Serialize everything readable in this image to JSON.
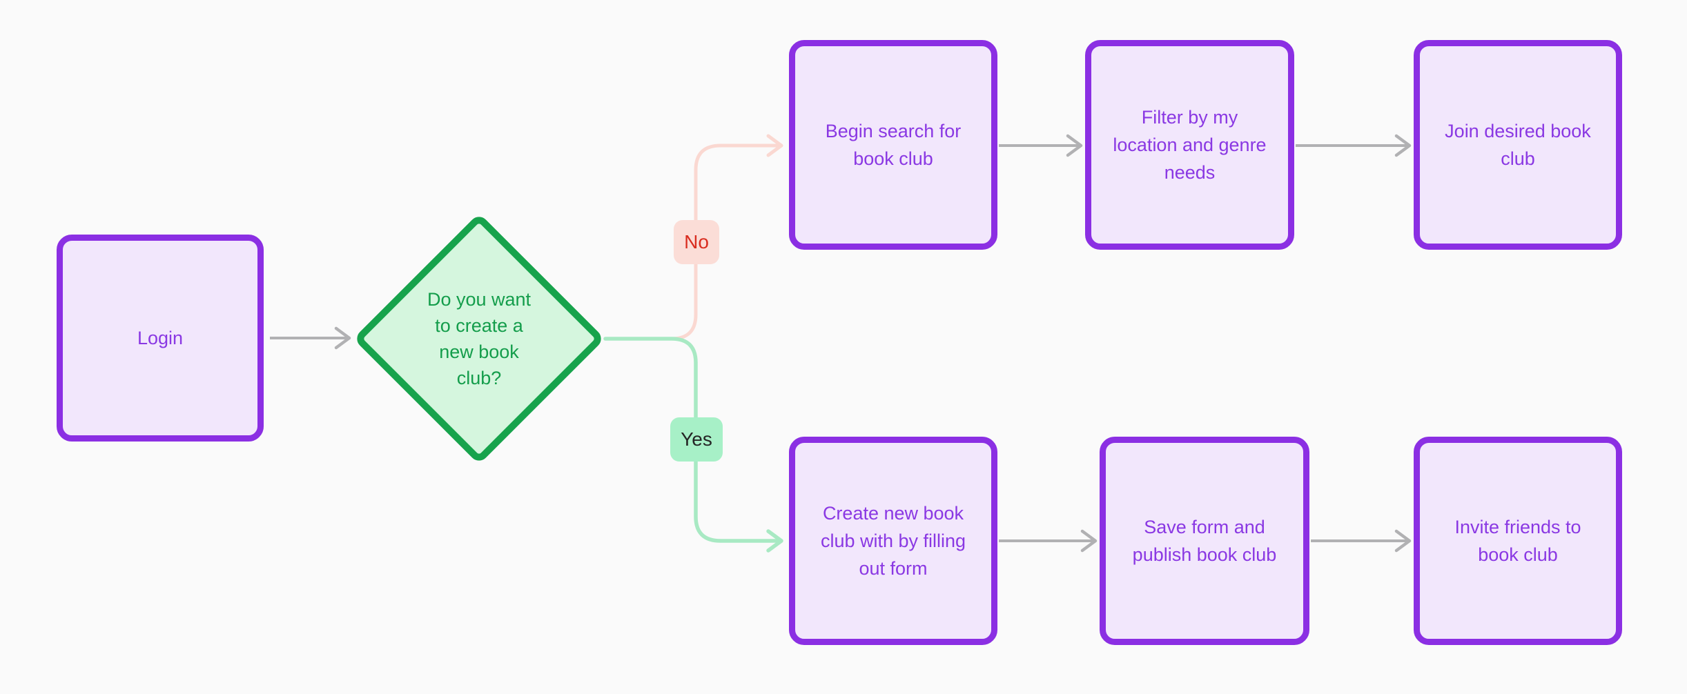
{
  "diagram": {
    "background": "#FAFAFA",
    "nodes": {
      "login": {
        "label": "Login"
      },
      "decision": {
        "label": "Do you want to create a new book club?"
      },
      "begin_search": {
        "label": "Begin search for book club"
      },
      "filter": {
        "label": "Filter by my location and genre needs"
      },
      "join": {
        "label": "Join desired book club"
      },
      "create": {
        "label": "Create new book club with by filling out form"
      },
      "save": {
        "label": "Save form and publish book club"
      },
      "invite": {
        "label": "Invite friends to book club"
      }
    },
    "edge_labels": {
      "no": "No",
      "yes": "Yes"
    },
    "colors": {
      "node_border_purple": "#8B2FE3",
      "node_fill_purple": "#F2E7FC",
      "node_text_purple": "#8A38E3",
      "decision_border_green": "#17A34C",
      "decision_fill_green": "#D5F6DE",
      "decision_text_green": "#149D4B",
      "edge_gray": "#B1B1B3",
      "edge_pink": "#FAD8D1",
      "edge_green": "#A8E9C3",
      "label_no_bg": "#FBDDD7",
      "label_no_text": "#D92D20",
      "label_yes_bg": "#A7F0C7",
      "label_yes_text": "#252525"
    }
  }
}
